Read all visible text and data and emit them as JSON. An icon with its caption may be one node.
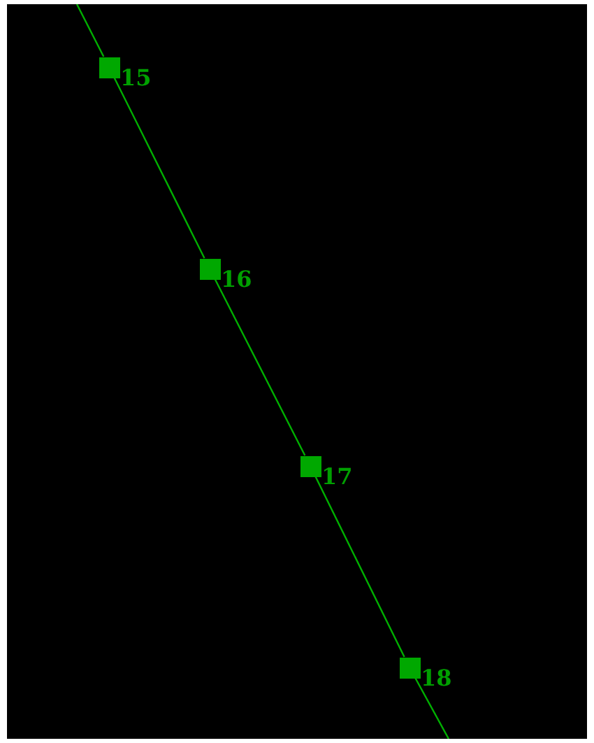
{
  "diagram": {
    "nodes": [
      {
        "text": [],
        "shape": "box",
        "beside": [
          "15"
        ]
      },
      {
        "text": [],
        "shape": "box",
        "beside": [
          "16"
        ]
      },
      {
        "text": [],
        "shape": "box",
        "beside": [
          "17"
        ]
      },
      {
        "text": [],
        "shape": "box",
        "beside": [
          "18"
        ]
      }
    ],
    "edges": [
      {
        "from": null,
        "to": 0,
        "arrow": "none"
      },
      {
        "from": 0,
        "to": 1,
        "arrow": "none"
      },
      {
        "from": 1,
        "to": 2,
        "arrow": "none"
      },
      {
        "from": 2,
        "to": 3,
        "arrow": "none"
      },
      {
        "from": 3,
        "to": null,
        "arrow": "none"
      }
    ]
  }
}
